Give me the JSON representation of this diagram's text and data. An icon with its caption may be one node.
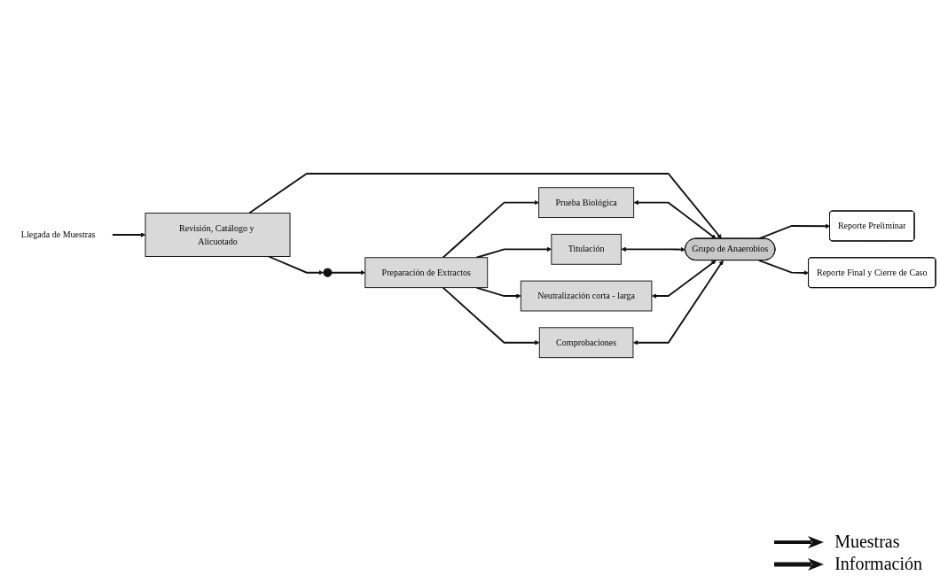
{
  "diagram": {
    "nodes": [
      {
        "text": [
          "Llegada de Muestras"
        ]
      },
      {
        "text": [
          "Revisión, Catálogo y Alicuotado"
        ]
      },
      {
        "text": [],
        "shape": "ellipse"
      },
      {
        "text": [
          "Preparación de Extractos"
        ]
      },
      {
        "text": [
          "Prueba Biológica"
        ]
      },
      {
        "text": [
          "Titulación"
        ]
      },
      {
        "text": [
          "Neutralización corta - larga"
        ]
      },
      {
        "text": [
          "Comprobaciones"
        ]
      },
      {
        "text": [
          "Grupo de Anaerobios"
        ]
      },
      {
        "text": [
          "Reporte Preliminar"
        ]
      },
      {
        "text": [
          "Reporte Final y Cierre de Caso"
        ]
      }
    ],
    "edges": [
      {
        "from": 0,
        "to": 1,
        "arrow": "to"
      },
      {
        "from": 1,
        "to": 2,
        "arrow": "to"
      },
      {
        "from": 1,
        "to": 8,
        "arrow": "to"
      },
      {
        "from": 2,
        "to": 3,
        "arrow": "to"
      },
      {
        "from": 3,
        "to": 4,
        "arrow": "to"
      },
      {
        "from": 3,
        "to": 5,
        "arrow": "to"
      },
      {
        "from": 3,
        "to": 6,
        "arrow": "to"
      },
      {
        "from": 3,
        "to": 7,
        "arrow": "to"
      },
      {
        "from": 4,
        "to": 8,
        "arrow": "both"
      },
      {
        "from": 5,
        "to": 8,
        "arrow": "both"
      },
      {
        "from": 6,
        "to": 8,
        "arrow": "both"
      },
      {
        "from": 7,
        "to": 8,
        "arrow": "both"
      },
      {
        "from": 8,
        "to": 9,
        "arrow": "to"
      },
      {
        "from": 8,
        "to": 10,
        "arrow": "to"
      }
    ],
    "legend": [
      {
        "text": "Muestras"
      },
      {
        "text": "Información"
      }
    ]
  }
}
